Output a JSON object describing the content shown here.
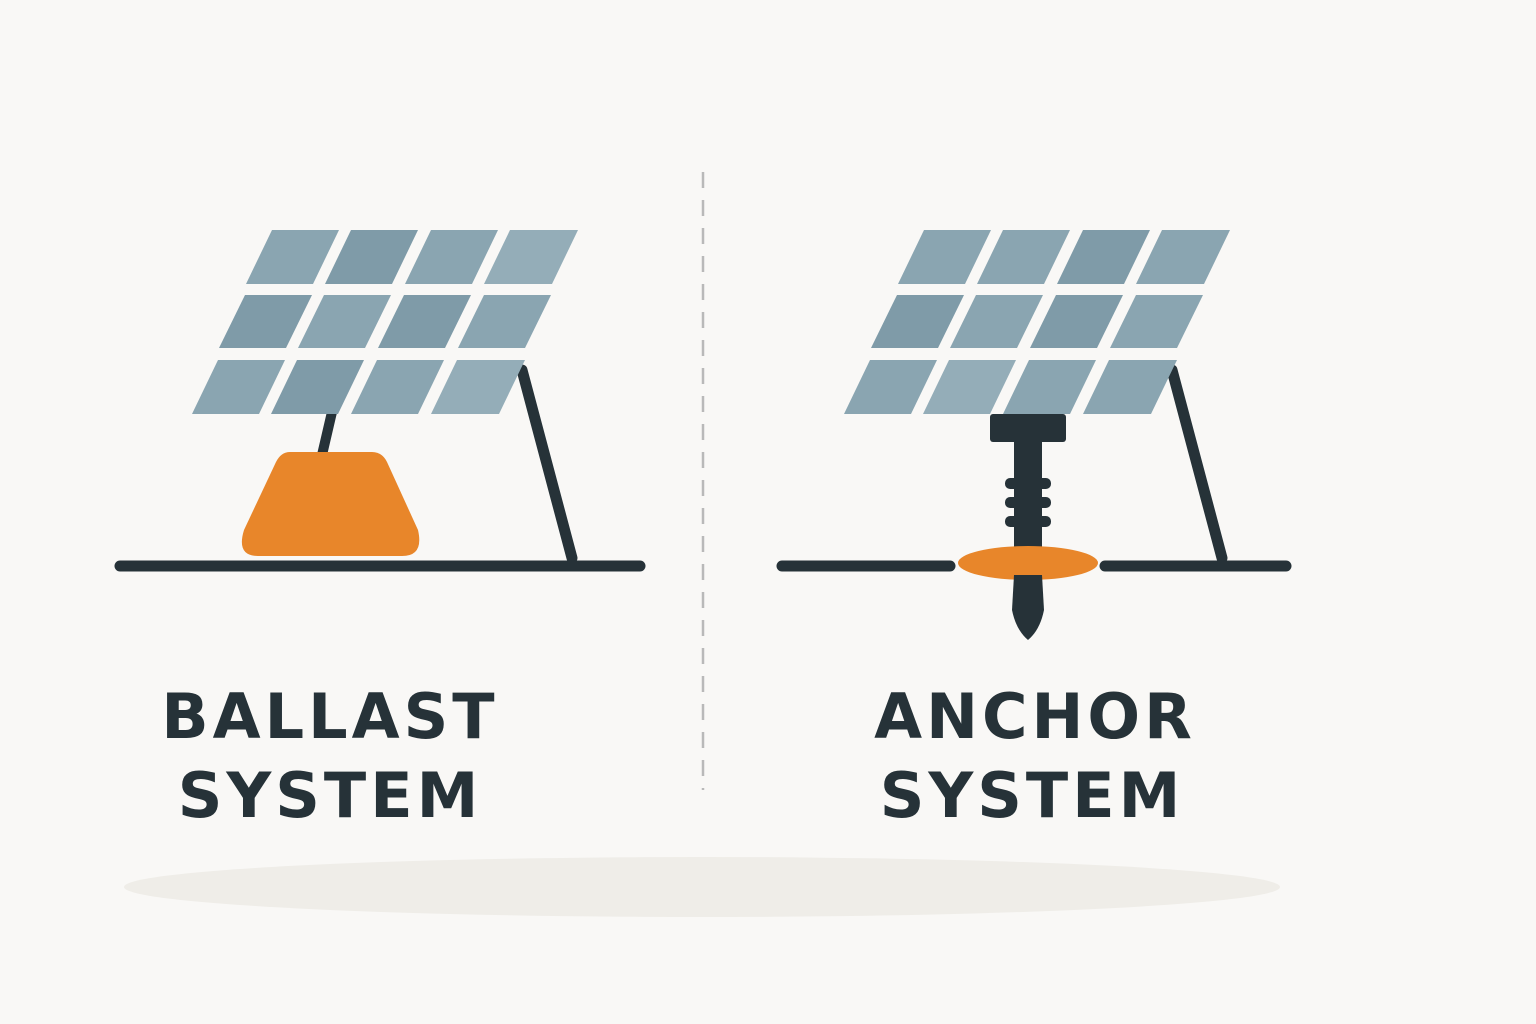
{
  "colors": {
    "background": "#f9f8f6",
    "panel": "#8aa5b1",
    "panel_alt": "#7f9ba8",
    "frame": "#263238",
    "accent": "#e8862a",
    "shadow": "#efede8",
    "divider": "#b9b9b9"
  },
  "left": {
    "label_line1": "BALLAST",
    "label_line2": "SYSTEM"
  },
  "right": {
    "label_line1": "ANCHOR",
    "label_line2": "SYSTEM"
  }
}
